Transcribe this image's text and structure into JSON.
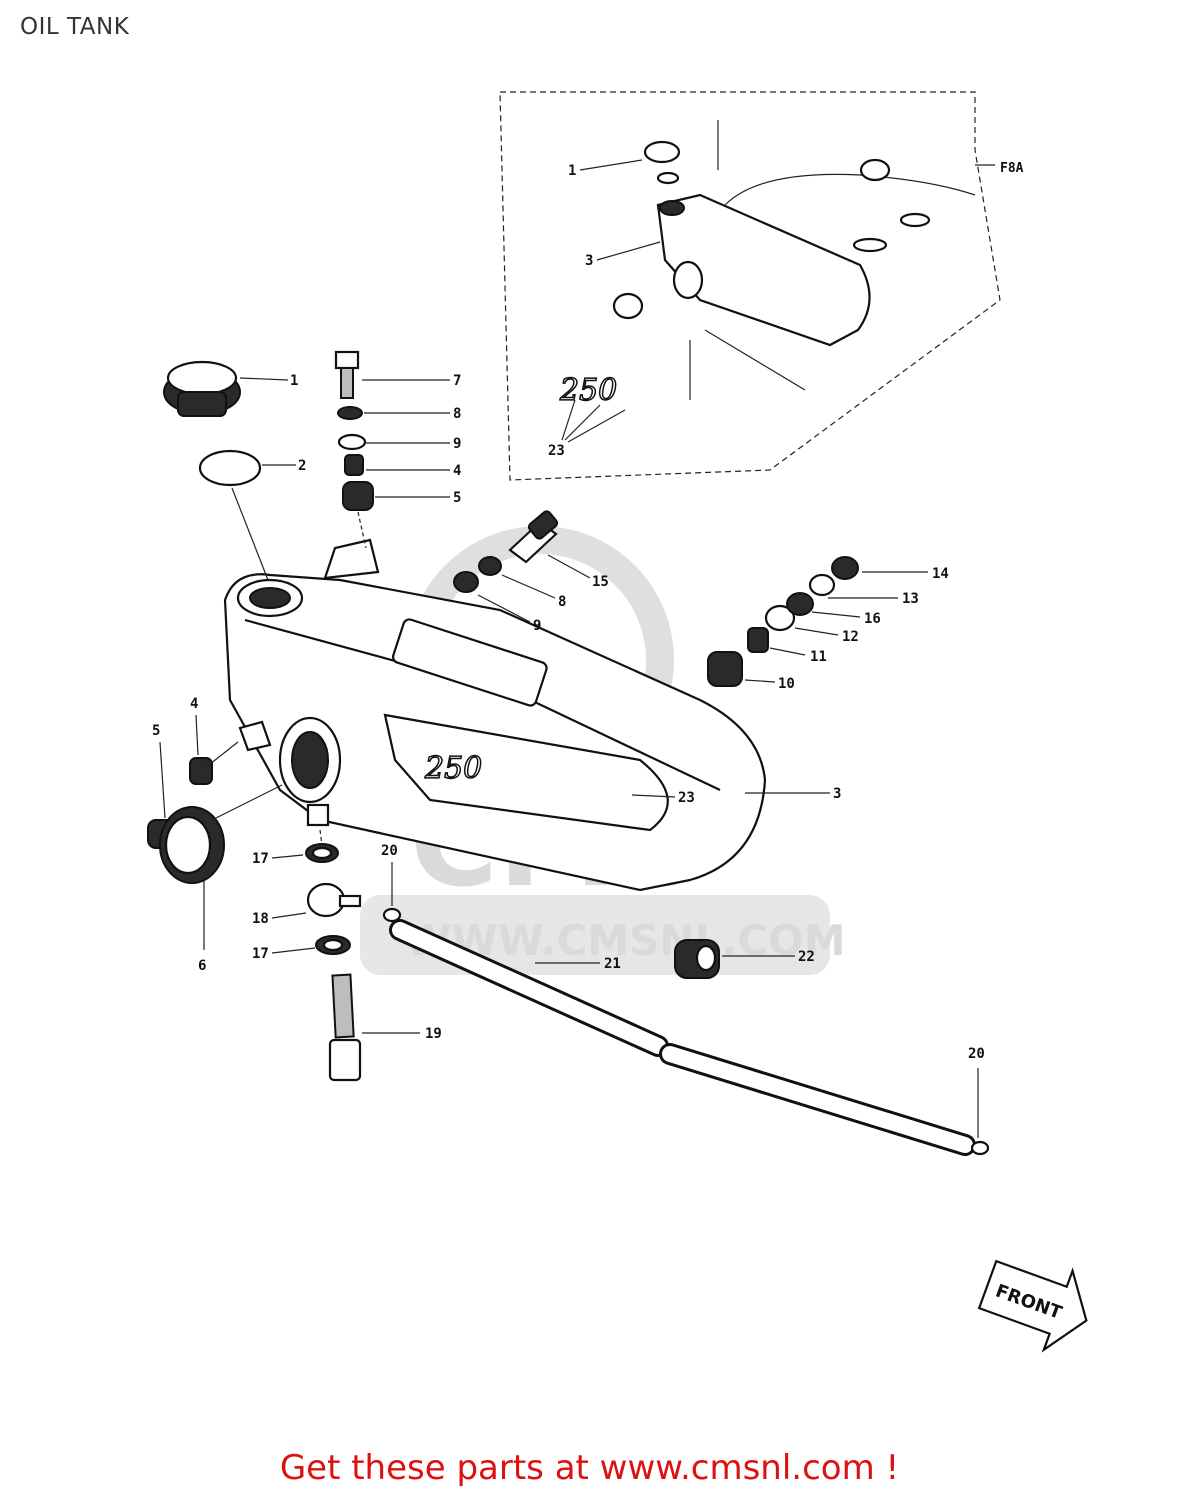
{
  "page": {
    "title": "OIL TANK",
    "promo_text": "Get these parts at www.cmsnl.com !"
  },
  "inset": {
    "model_label": "F8A",
    "decal_text": "250",
    "callouts": [
      "1",
      "3",
      "23"
    ]
  },
  "tank_decal_text": "250",
  "watermark": {
    "brand": "CMS",
    "url": "WWW.CMSNL.COM"
  },
  "front_arrow_label": "FRONT",
  "callouts": {
    "c1": "1",
    "c2": "2",
    "c3": "3",
    "c4_top": "4",
    "c4_left": "4",
    "c5_top": "5",
    "c5_left": "5",
    "c6": "6",
    "c7": "7",
    "c8_top": "8",
    "c8_mid": "8",
    "c9_top": "9",
    "c9_mid": "9",
    "c10": "10",
    "c11": "11",
    "c12": "12",
    "c13": "13",
    "c14": "14",
    "c15": "15",
    "c16": "16",
    "c17_top": "17",
    "c17_bottom": "17",
    "c18": "18",
    "c19": "19",
    "c20_left": "20",
    "c20_right": "20",
    "c21": "21",
    "c22": "22",
    "c23": "23"
  }
}
